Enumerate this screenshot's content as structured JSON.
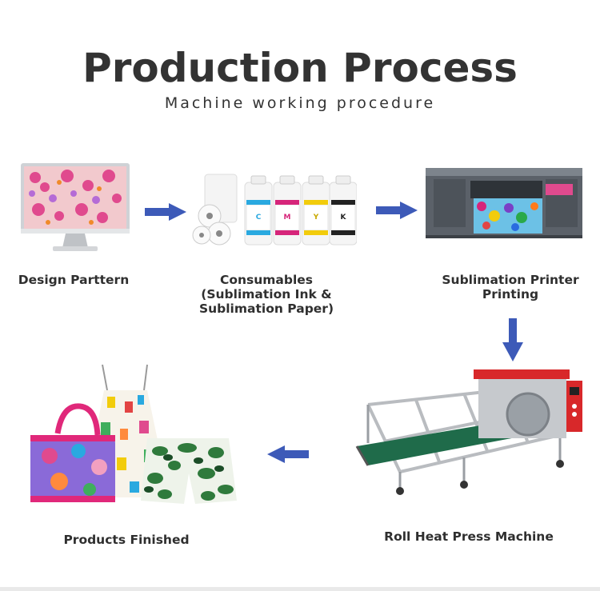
{
  "title": "Production Process",
  "subtitle": "Machine working procedure",
  "steps": [
    {
      "label": "Design Parttern"
    },
    {
      "label": "Consumables\n(Sublimation Ink &\nSublimation Paper)"
    },
    {
      "label": "Sublimation Printer\nPrinting"
    },
    {
      "label": "Roll Heat Press Machine"
    },
    {
      "label": "Products Finished"
    }
  ],
  "ink_bottles": [
    "C",
    "M",
    "Y",
    "K"
  ],
  "colors": {
    "arrow": "#3d5ab8",
    "cyan": "#2aa9e0",
    "magenta": "#d6257a",
    "yellow": "#f2cc0c",
    "black": "#222222",
    "machine_red": "#d8282a",
    "conveyor_green": "#1f6b4a"
  }
}
